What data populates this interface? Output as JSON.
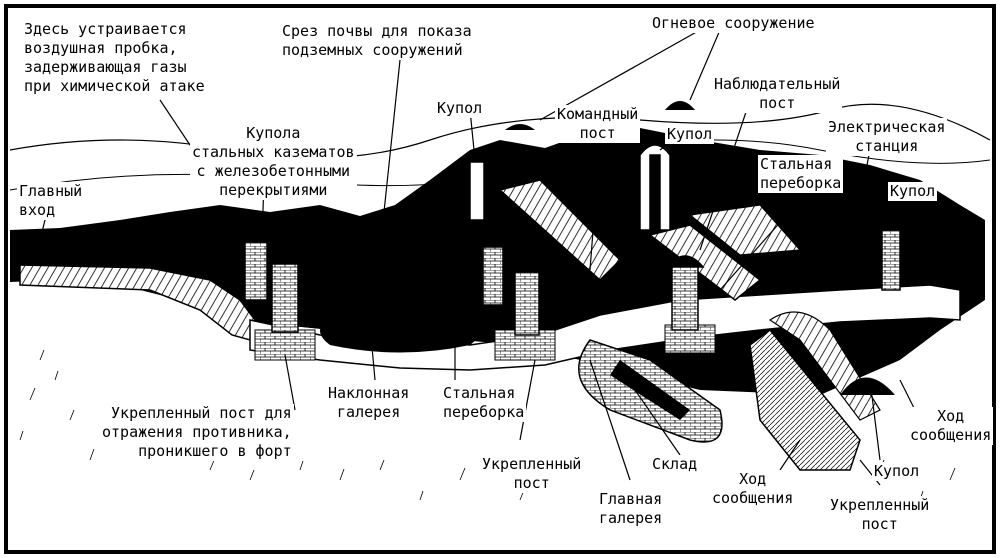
{
  "labels": {
    "air_lock": [
      "Здесь устраивается",
      "воздушная пробка,",
      "задерживающая газы",
      "при химической атаке"
    ],
    "soil_cut": [
      "Срез почвы для показа",
      "подземных сооружений"
    ],
    "fire_structure": "Огневое сооружение",
    "observation_post": [
      "Наблюдательный",
      "пост"
    ],
    "dome_left": "Купол",
    "command_post": [
      "Командный",
      "пост"
    ],
    "dome_mid": "Купол",
    "electric_station": [
      "Электрическая",
      "станция"
    ],
    "casemate_domes": [
      "Купола",
      "стальных казематов",
      "с железобетонными",
      "перекрытиями"
    ],
    "steel_bulkhead_top": [
      "Стальная",
      "переборка"
    ],
    "main_entrance": [
      "Главный",
      "вход"
    ],
    "dome_right": "Купол",
    "inclined_gallery": [
      "Наклонная",
      "галерея"
    ],
    "steel_bulkhead_mid": [
      "Стальная",
      "переборка"
    ],
    "fortified_post_repel": [
      "Укрепленный пост для",
      "отражения противника,",
      "проникшего в форт"
    ],
    "fortified_post_center": [
      "Укрепленный",
      "пост"
    ],
    "storage": "Склад",
    "passage_right": [
      "Ход",
      "сообщения"
    ],
    "main_gallery": [
      "Главная",
      "галерея"
    ],
    "passage_bottom": [
      "Ход",
      "сообщения"
    ],
    "dome_bottom_right": "Купол",
    "fortified_post_bottom": [
      "Укрепленный",
      "пост"
    ]
  }
}
